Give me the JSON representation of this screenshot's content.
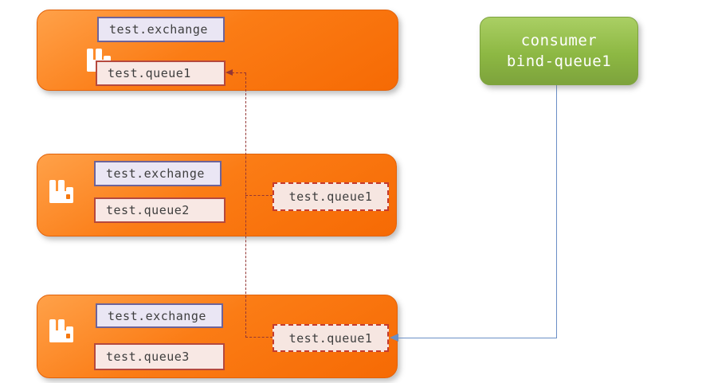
{
  "broker1": {
    "exchange_label": "test.exchange",
    "queue_label": "test.queue1"
  },
  "broker2": {
    "exchange_label": "test.exchange",
    "queue_label": "test.queue2",
    "bound_queue_label": "test.queue1"
  },
  "broker3": {
    "exchange_label": "test.exchange",
    "queue_label": "test.queue3",
    "bound_queue_label": "test.queue1"
  },
  "consumer": {
    "title": "consumer",
    "subtitle": "bind-queue1"
  },
  "icons": {
    "broker_icon": "rabbitmq-logo"
  },
  "colors": {
    "broker_fill": "#f96b04",
    "consumer_fill": "#8db843",
    "exchange_label_bg": "#eae6f4",
    "exchange_label_border": "#6d6399",
    "queue_label_bg": "#f8e8e4",
    "queue_label_border": "#b5493e",
    "bound_queue_border": "#c43b2e",
    "binding_connector_red": "#943634",
    "consumer_connector_blue": "#6b8fc6",
    "label_text": "#3e3e3e"
  }
}
